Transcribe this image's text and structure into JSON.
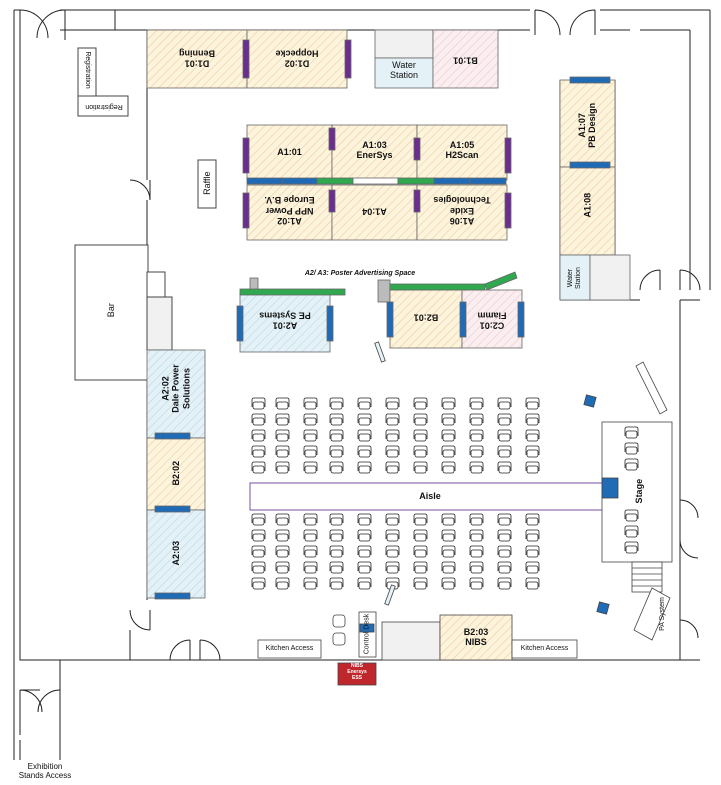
{
  "labels": {
    "registration_a": "Registration",
    "registration_b": "Registration",
    "bar": "Bar",
    "raffle": "Raffle",
    "water_station_1": "Water\nStation",
    "water_station_2": "Water\nStation",
    "aisle": "Aisle",
    "stage": "Stage",
    "pa_system": "PA System",
    "control_desk": "Control Desk",
    "kitchen_1": "Kitchen Access",
    "kitchen_2": "Kitchen Access",
    "exhibition": "Exhibition\nStands Access",
    "poster": "A2/ A3: Poster Advertising Space",
    "nibs_sign": "NIBS\nEnersys\nESS"
  },
  "stands": {
    "d101": "D1:01\nBenning",
    "d102": "D1:02\nHoppecke",
    "b101": "B1:01",
    "a101": "A1:01",
    "a103": "A1:03\nEnerSys",
    "a105": "A1:05\nH2Scan",
    "a102": "A1:02\nNPP Power\nEurope B.V.",
    "a104": "A1:04",
    "a106": "A1:06\nExide\nTechnologies",
    "a107": "A1:07\nPB Design",
    "a108": "A1:08",
    "a201": "A2:01\nPE Systems",
    "b201": "B2:01",
    "c201": "C2:01\nFiamm",
    "a202": "A2:02\nDale Power\nSolutions",
    "b202": "B2:02",
    "a203": "A2:03",
    "b203": "B2:03\nNIBS"
  },
  "colors": {
    "stand_fill": "#fdf4dc",
    "stand_hatch": "#f2c9a8",
    "blue_stand_fill": "#e4f1f7",
    "pink_stand_fill": "#fbeef0",
    "purple_banner": "#6b2d8f",
    "blue_banner": "#1f6bb5",
    "green_banner": "#2fa84f",
    "aisle_outline": "#7a4fa0",
    "nibs_sign": "#c0272d"
  }
}
